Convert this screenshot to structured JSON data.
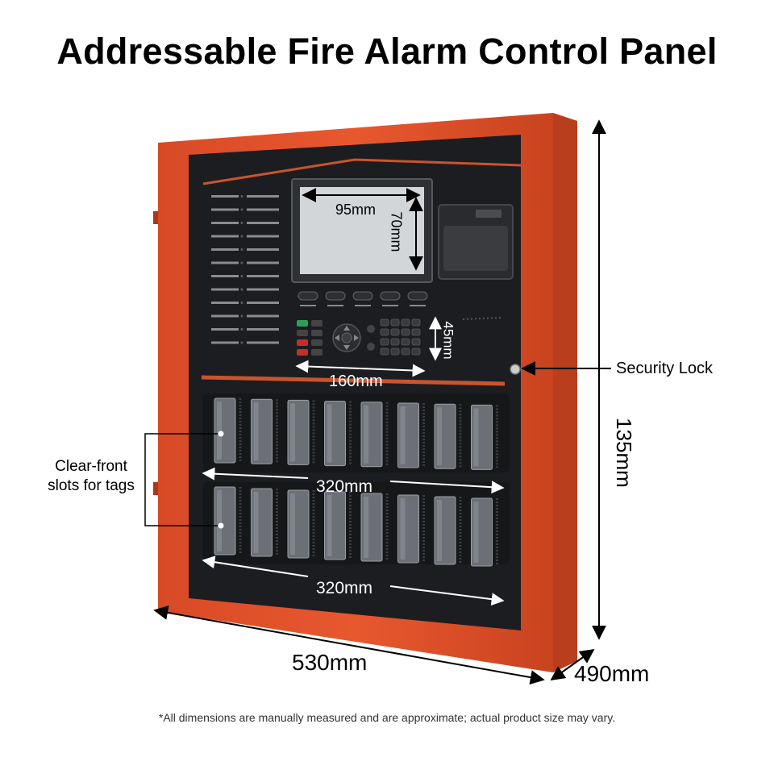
{
  "title": "Addressable Fire Alarm Control Panel",
  "labels": {
    "security_lock": "Security Lock",
    "clear_front_line1": "Clear-front",
    "clear_front_line2": "slots for tags",
    "footnote": "*All dimensions are manually measured and are approximate; actual product size may vary."
  },
  "dimensions": {
    "screen_width": "95mm",
    "screen_height": "70mm",
    "keypad_height": "45mm",
    "keypad_width": "160mm",
    "slot_row_1_width": "320mm",
    "slot_row_2_width": "320mm",
    "panel_height": "135mm",
    "panel_width": "530mm",
    "panel_depth": "490mm"
  },
  "colors": {
    "frame": "#e0522c",
    "frame_dark": "#b83e1e",
    "panel": "#1c1d20",
    "screen": "#d3d6d8",
    "accent_line": "#c9542e"
  }
}
